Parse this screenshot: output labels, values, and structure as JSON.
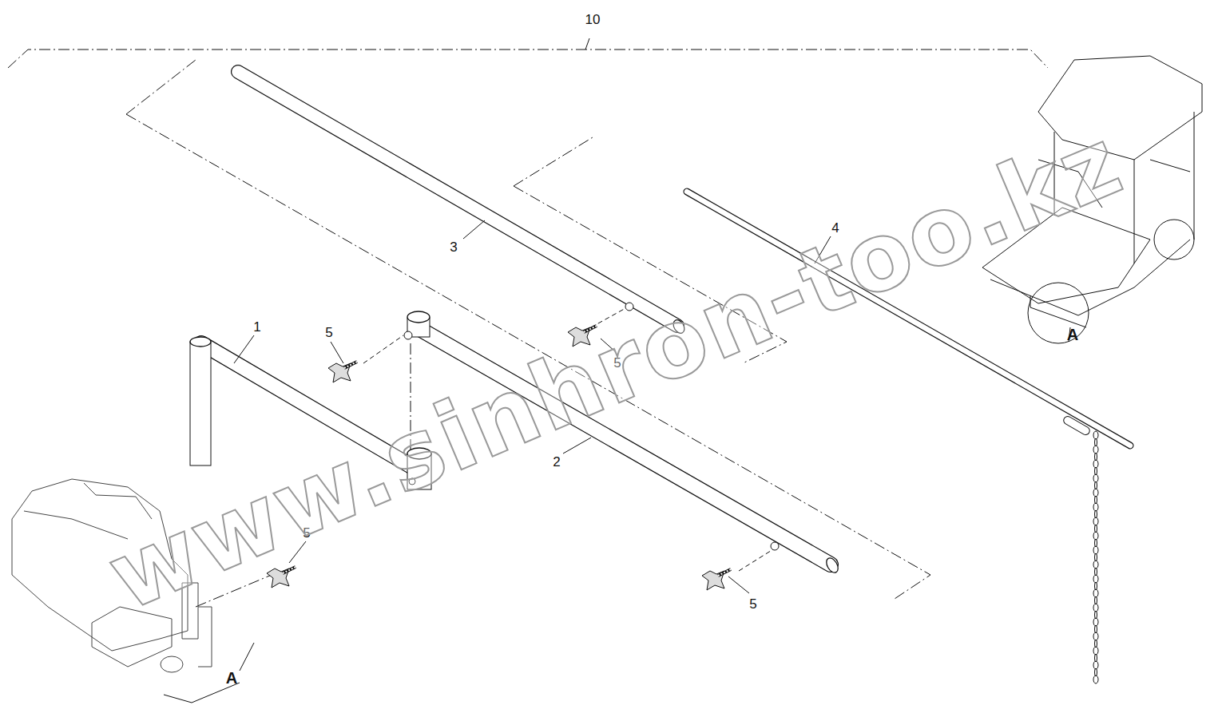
{
  "diagram": {
    "labels": [
      "10",
      "4",
      "3",
      "1",
      "5",
      "5",
      "A",
      "2",
      "5",
      "5",
      "A",
      "www.sinhron-too.kz"
    ]
  }
}
